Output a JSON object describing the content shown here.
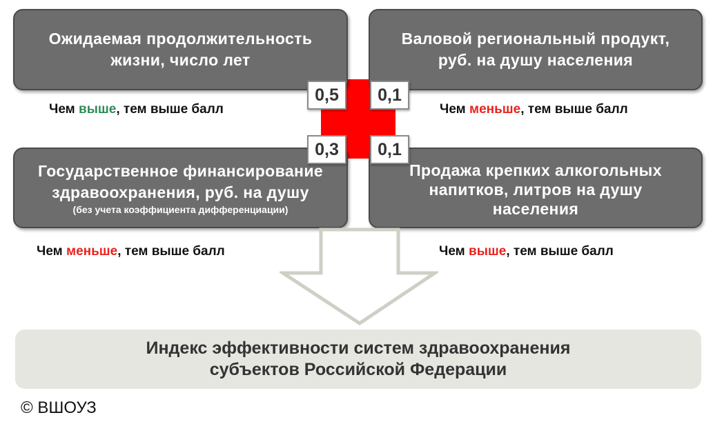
{
  "boxes": {
    "top_left": {
      "line1": "Ожидаемая продолжительность",
      "line2": "жизни, число лет"
    },
    "top_right": {
      "line1": "Валовой региональный продукт,",
      "line2": "руб. на душу населения"
    },
    "bottom_left": {
      "line1": "Государственное финансирование",
      "line2": "здравоохранения,  руб. на душу",
      "note": "(без учета коэффициента дифференциации)"
    },
    "bottom_right": {
      "line1": "Продажа крепких алкогольных",
      "line2": "напитков, литров на душу",
      "line3": "населения"
    }
  },
  "captions": {
    "top_left": {
      "pre": "Чем ",
      "hl": "выше",
      "post": ", тем выше балл"
    },
    "top_right": {
      "pre": "Чем ",
      "hl": "меньше",
      "post": ", тем выше балл"
    },
    "bottom_left": {
      "pre": "Чем ",
      "hl": "меньше",
      "post": ", тем выше балл"
    },
    "bottom_right": {
      "pre": "Чем ",
      "hl": "выше",
      "post": ", тем выше балл"
    }
  },
  "weights": {
    "top_left": "0,5",
    "top_right": "0,1",
    "bottom_left": "0,3",
    "bottom_right": "0,1"
  },
  "result": {
    "line1": "Индекс эффективности систем здравоохранения",
    "line2": "субъектов Российской Федерации"
  },
  "copyright": "© ВШОУЗ",
  "colors": {
    "box_fill": "#6d6d6d",
    "cross": "#ff0000",
    "highlight_green": "#2e8b57",
    "highlight_red": "#e8231e",
    "result_fill": "#e6e6e0"
  }
}
